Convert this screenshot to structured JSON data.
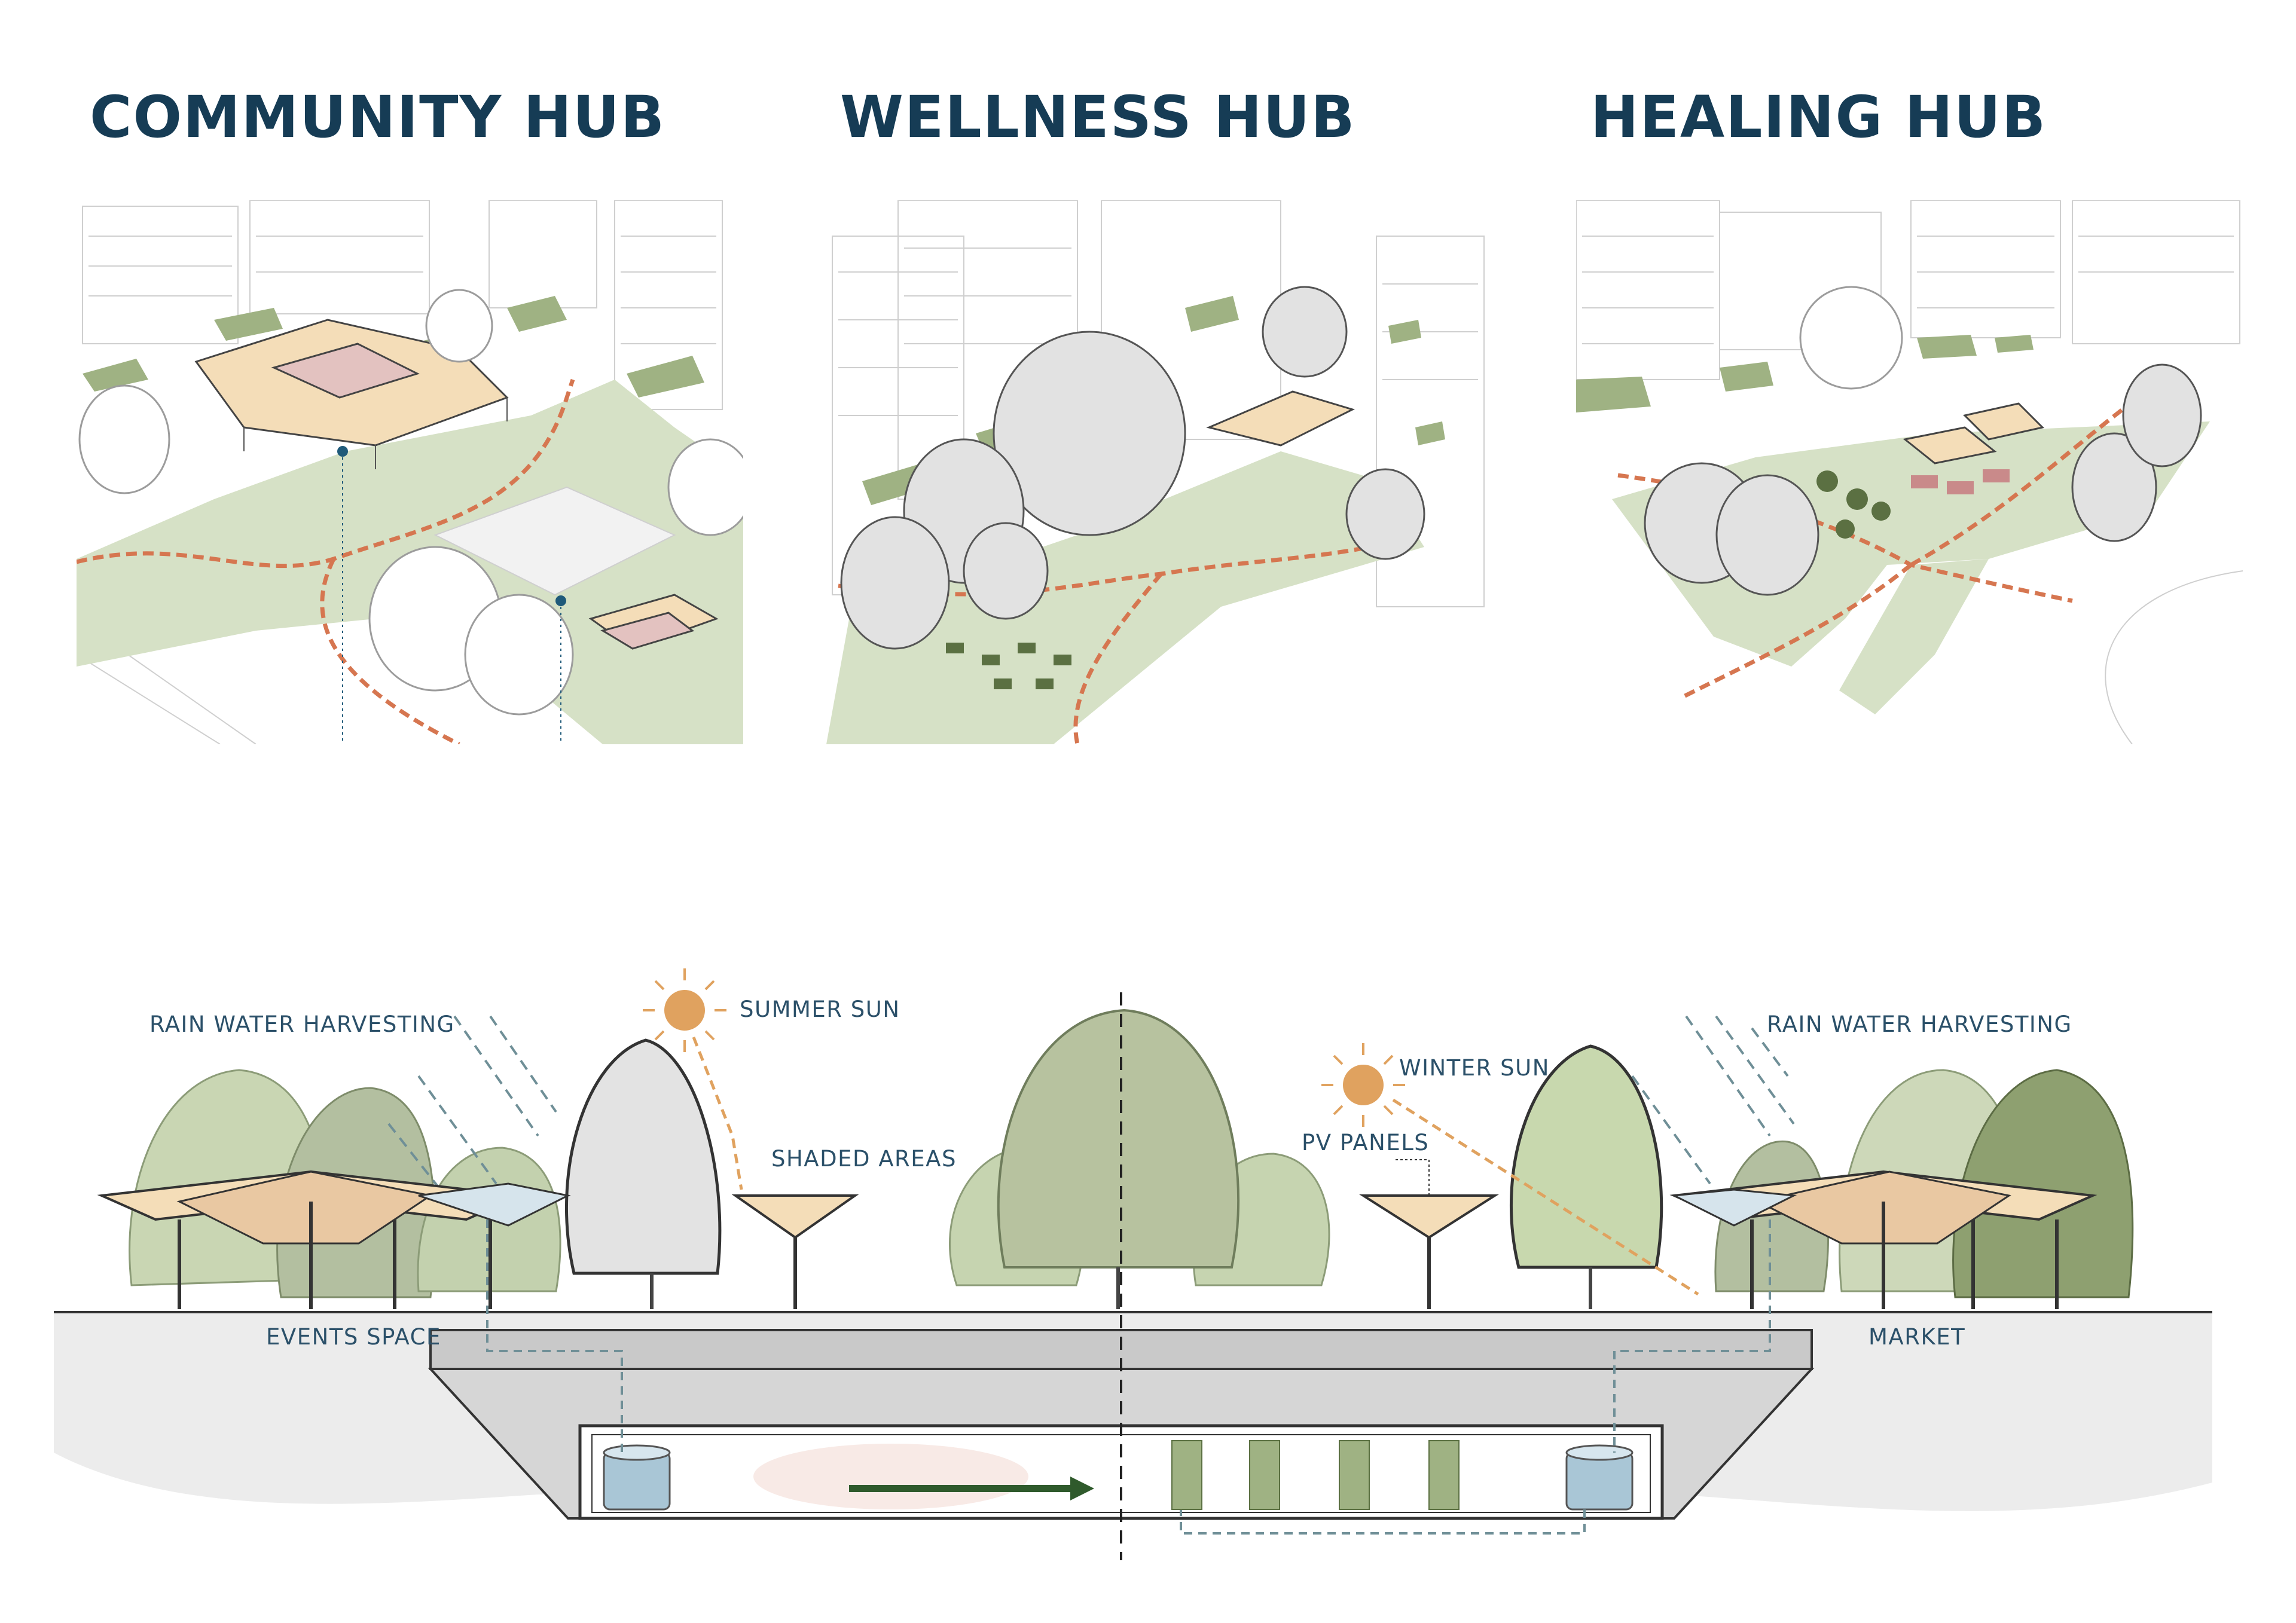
{
  "hubs": [
    {
      "title": "COMMUNITY HUB"
    },
    {
      "title": "WELLNESS HUB"
    },
    {
      "title": "HEALING HUB"
    }
  ],
  "section": {
    "labels": {
      "rain_left": "RAIN WATER HARVESTING",
      "summer_sun": "SUMMER SUN",
      "shaded_areas": "SHADED AREAS",
      "winter_sun": "WINTER SUN",
      "pv_panels": "PV PANELS",
      "rain_right": "RAIN WATER HARVESTING",
      "events_space": "EVENTS SPACE",
      "market": "MARKET"
    }
  },
  "colors": {
    "title": "#163c55",
    "label": "#2b5069",
    "grass": "#cfdcbc",
    "grass_dark": "#9fb283",
    "path": "#d67650",
    "canopy": "#f4ddb8",
    "canopy_pink": "#e3c2c0",
    "tree_grey": "#e2e2e2",
    "tree_green": "#b7c79d",
    "sun": "#e0a25f",
    "water": "#a9c6d6",
    "ground": "#ececec"
  },
  "icons": [
    "sun-icon",
    "rain-icon",
    "water-tank-icon",
    "tree-icon",
    "canopy-icon",
    "pv-panel-icon"
  ]
}
